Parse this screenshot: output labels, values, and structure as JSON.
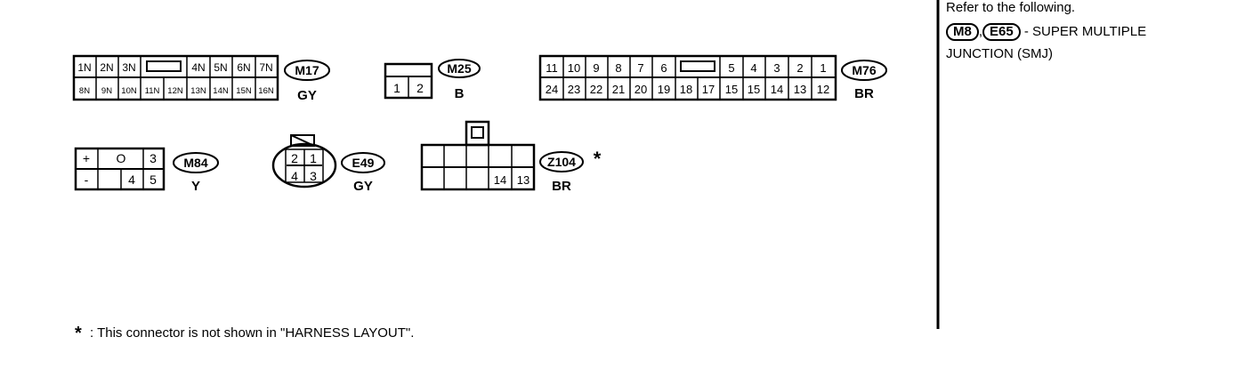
{
  "m17": {
    "id": "M17",
    "color": "GY",
    "top": [
      "1N",
      "2N",
      "3N",
      "4N",
      "5N",
      "6N",
      "7N"
    ],
    "bottom": [
      "8N",
      "9N",
      "10N",
      "11N",
      "12N",
      "13N",
      "14N",
      "15N",
      "16N"
    ]
  },
  "m25": {
    "id": "M25",
    "color": "B",
    "pins": [
      "1",
      "2"
    ]
  },
  "m76": {
    "id": "M76",
    "color": "BR",
    "top": [
      "11",
      "10",
      "9",
      "8",
      "7",
      "6",
      "5",
      "4",
      "3",
      "2",
      "1"
    ],
    "bottom": [
      "24",
      "23",
      "22",
      "21",
      "20",
      "19",
      "18",
      "17",
      "15",
      "15",
      "14",
      "13",
      "12"
    ]
  },
  "m84": {
    "id": "M84",
    "color": "Y",
    "top": [
      "+",
      "O",
      "3"
    ],
    "bottom": [
      "-",
      "4",
      "5"
    ]
  },
  "e49": {
    "id": "E49",
    "color": "GY",
    "pins": [
      "2",
      "1",
      "4",
      "3"
    ]
  },
  "z104": {
    "id": "Z104",
    "color": "BR",
    "star": "*",
    "pins": [
      "14",
      "13"
    ]
  },
  "footnote": {
    "star": "*",
    "text": ": This connector is not shown in \"HARNESS LAYOUT\"."
  },
  "side_note": {
    "line1": "Refer to the following.",
    "ref1": "M8",
    "comma": ",",
    "ref2": "E65",
    "line2_tail": "- SUPER MULTIPLE",
    "line3": "JUNCTION (SMJ)"
  }
}
